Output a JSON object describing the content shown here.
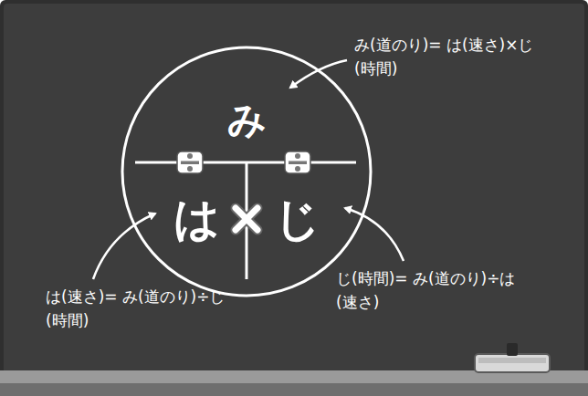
{
  "diagram": {
    "nodes": [
      {
        "text": [
          "み",
          "は",
          "じ"
        ]
      }
    ],
    "labels": [
      "み(道のり)= は(速さ)×じ(時間)",
      "は(速さ)= み(道のり)÷じ(時間)",
      "じ(時間)= み(道のり)÷は(速さ)"
    ]
  }
}
